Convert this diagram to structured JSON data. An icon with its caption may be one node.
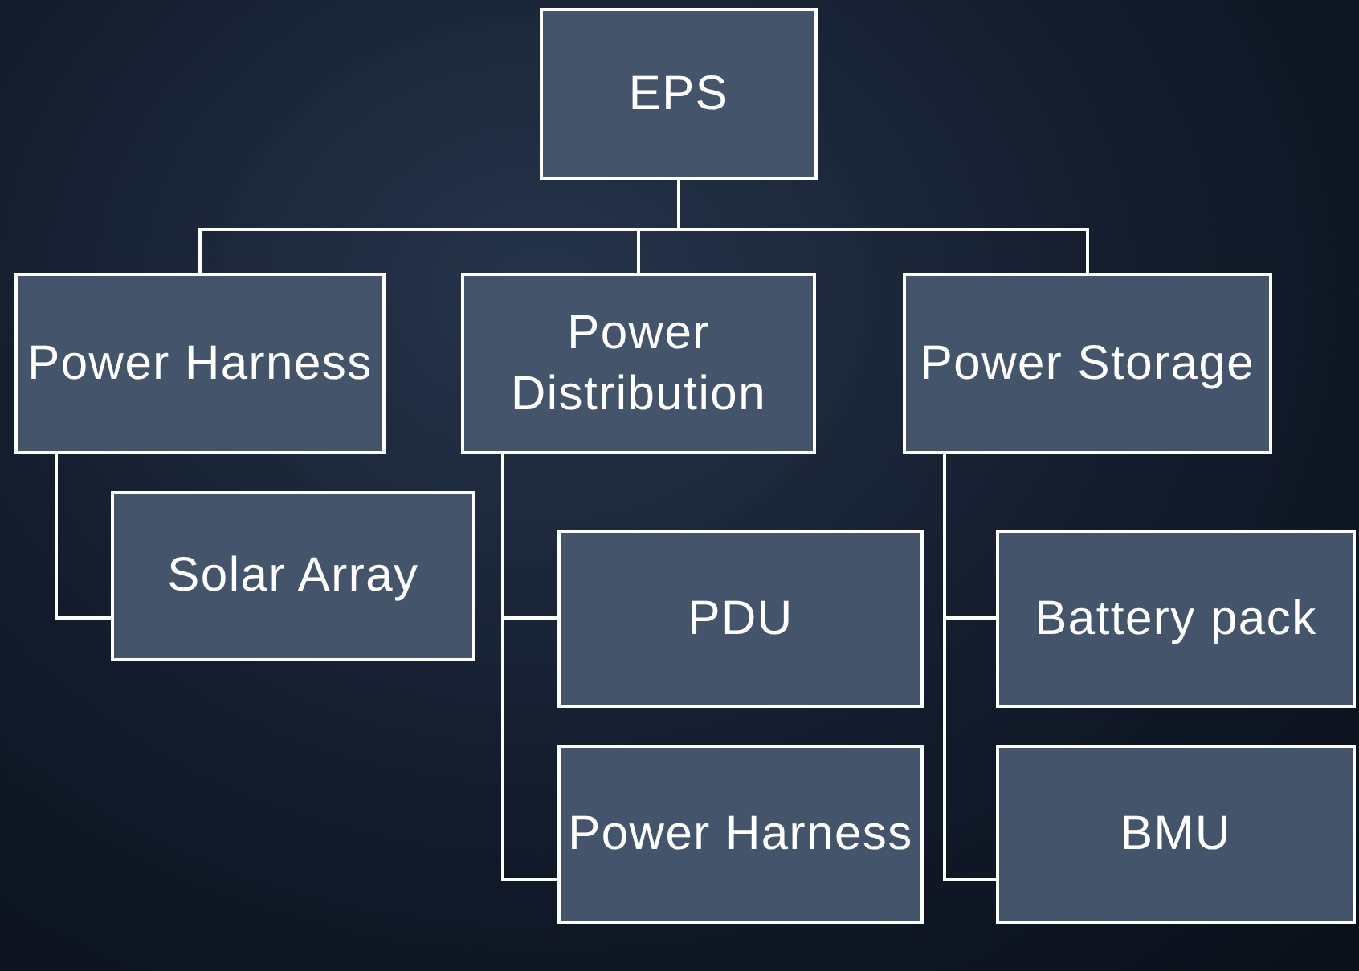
{
  "diagram": {
    "nodes": [
      {
        "text": [
          "EPS"
        ]
      },
      {
        "text": [
          "Power Harness"
        ]
      },
      {
        "text": [
          "Power Distribution"
        ]
      },
      {
        "text": [
          "Power Storage"
        ]
      },
      {
        "text": [
          "Solar Array"
        ]
      },
      {
        "text": [
          "PDU"
        ]
      },
      {
        "text": [
          "Power Harness"
        ]
      },
      {
        "text": [
          "Battery pack"
        ]
      },
      {
        "text": [
          "BMU"
        ]
      }
    ],
    "edges": [
      {
        "from": 0,
        "to": 1,
        "arrow": "none"
      },
      {
        "from": 0,
        "to": 2,
        "arrow": "none"
      },
      {
        "from": 0,
        "to": 3,
        "arrow": "none"
      },
      {
        "from": 1,
        "to": 4,
        "arrow": "none"
      },
      {
        "from": 2,
        "to": 5,
        "arrow": "none"
      },
      {
        "from": 2,
        "to": 6,
        "arrow": "none"
      },
      {
        "from": 3,
        "to": 7,
        "arrow": "none"
      },
      {
        "from": 3,
        "to": 8,
        "arrow": "none"
      }
    ]
  }
}
